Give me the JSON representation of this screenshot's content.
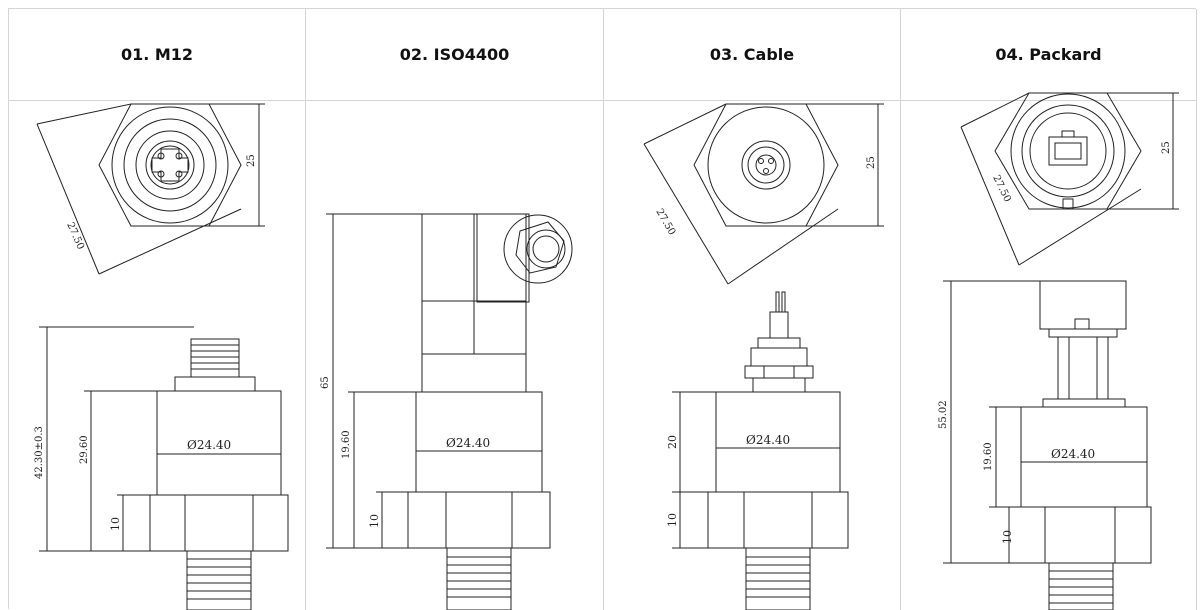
{
  "columns": [
    {
      "title": "01. M12",
      "dims": {
        "hex_flat": "25",
        "hex_corner": "27.50",
        "total": "42.30±0.3",
        "body_h": "29.60",
        "hex_h": "10",
        "diameter": "Ø24.40"
      }
    },
    {
      "title": "02. ISO4400",
      "dims": {
        "total": "65",
        "body_h": "19.60",
        "hex_h": "10",
        "diameter": "Ø24.40"
      }
    },
    {
      "title": "03. Cable",
      "dims": {
        "hex_flat": "25",
        "hex_corner": "27.50",
        "body_h": "20",
        "hex_h": "10",
        "diameter": "Ø24.40"
      }
    },
    {
      "title": "04. Packard",
      "dims": {
        "hex_flat": "25",
        "hex_corner": "27.50",
        "total": "55.02",
        "body_h": "19.60",
        "hex_h": "10",
        "diameter": "Ø24.40"
      }
    }
  ]
}
